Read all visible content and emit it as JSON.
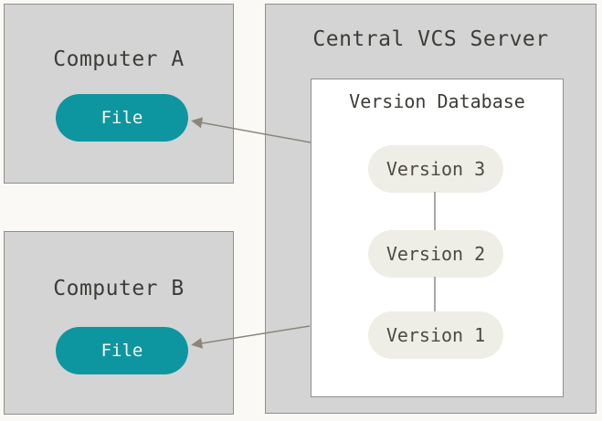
{
  "diagram": {
    "kind": "centralized-version-control-diagram",
    "colors": {
      "background": "#faf9f5",
      "panel_fill": "#d4d4d4",
      "panel_border": "#8f8f8f",
      "file_pill_fill": "#0e96a0",
      "file_pill_text": "#f7f7f0",
      "version_pill_fill": "#eeeee6",
      "version_pill_text": "#4e4a44",
      "title_text": "#3d3c38",
      "arrow": "#8b857c"
    }
  },
  "computer_a": {
    "title": "Computer A",
    "file_label": "File"
  },
  "computer_b": {
    "title": "Computer B",
    "file_label": "File"
  },
  "server": {
    "title": "Central VCS Server",
    "database": {
      "title": "Version Database",
      "versions": [
        {
          "label": "Version 3"
        },
        {
          "label": "Version 2"
        },
        {
          "label": "Version 1"
        }
      ]
    }
  }
}
